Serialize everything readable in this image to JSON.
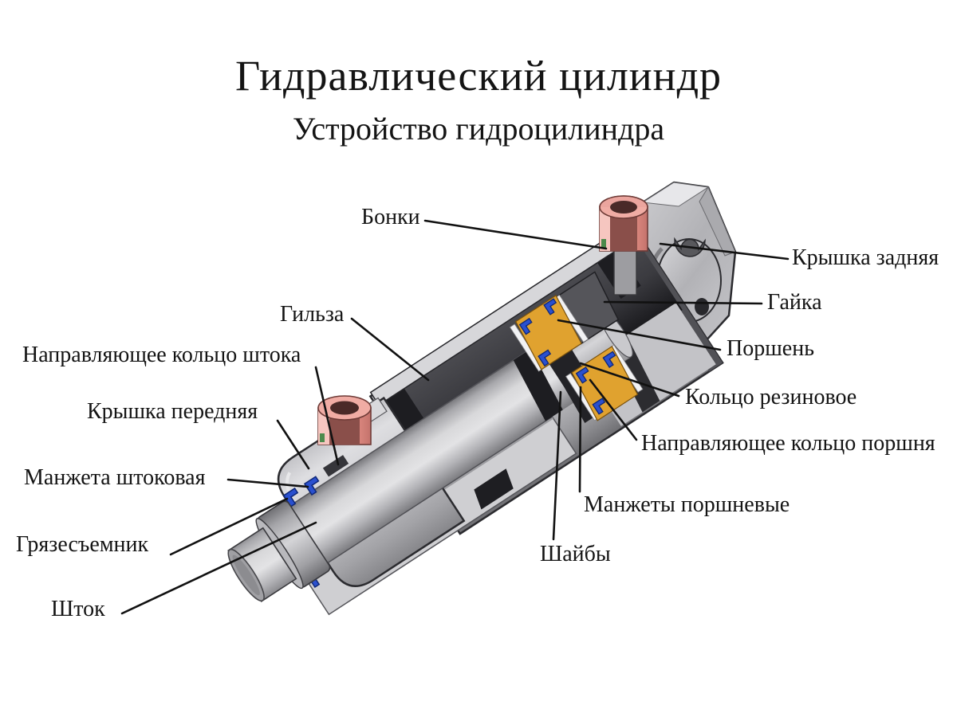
{
  "title": "Гидравлический цилиндр",
  "subtitle": "Устройство гидроцилиндра",
  "labels": [
    {
      "id": "bonki",
      "text": "Бонки"
    },
    {
      "id": "zadnyaya",
      "text": "Крышка задняя"
    },
    {
      "id": "gayka",
      "text": "Гайка"
    },
    {
      "id": "porshen",
      "text": "Поршень"
    },
    {
      "id": "koltso",
      "text": "Кольцо резиновое"
    },
    {
      "id": "napr-porshnya",
      "text": "Направляющее кольцо поршня"
    },
    {
      "id": "manzhety",
      "text": "Манжеты поршневые"
    },
    {
      "id": "shayby",
      "text": "Шайбы"
    },
    {
      "id": "gilza",
      "text": "Гильза"
    },
    {
      "id": "napr-shtoka",
      "text": "Направляющее кольцо штока"
    },
    {
      "id": "perednyaya",
      "text": "Крышка передняя"
    },
    {
      "id": "shtokovaya",
      "text": "Манжета штоковая"
    },
    {
      "id": "gryaz",
      "text": "Грязесъемник"
    },
    {
      "id": "shtok",
      "text": "Шток"
    }
  ],
  "colors": {
    "background": "#ffffff",
    "ink": "#141414",
    "metal_light": "#dededf",
    "metal_mid": "#b9b9bd",
    "metal_dark": "#7e7e82",
    "interior": "#3a3a3f",
    "seal_black": "#1d1d21",
    "port_pink": "#ec9f97",
    "port_pink_light": "#f6c6c0",
    "port_pink_dark": "#c4736c",
    "piston_orange": "#e0a22f",
    "seal_blue": "#2a50cf",
    "washer_white": "#f2f2f4"
  }
}
